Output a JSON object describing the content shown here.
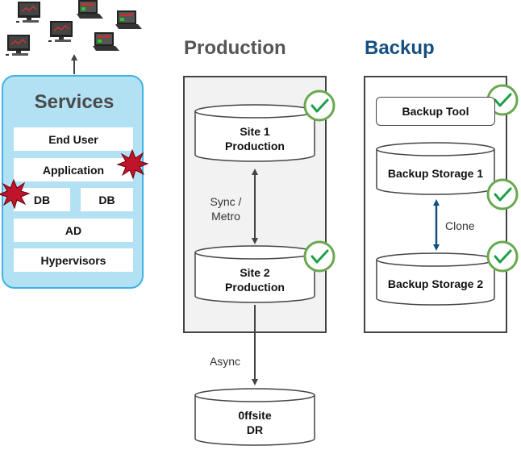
{
  "clients": {
    "devices": [
      "desktop",
      "desktop",
      "desktop",
      "laptop",
      "laptop",
      "laptop"
    ]
  },
  "services": {
    "title": "Services",
    "layers": {
      "end_user": "End User",
      "application": "Application",
      "db_left": "DB",
      "db_right": "DB",
      "ad": "AD",
      "hypervisors": "Hypervisors"
    },
    "failure_markers": [
      "application",
      "db_left"
    ]
  },
  "production": {
    "title": "Production",
    "site1": {
      "line1": "Site 1",
      "line2": "Production",
      "status": "ok"
    },
    "sync_label": {
      "line1": "Sync /",
      "line2": "Metro"
    },
    "site2": {
      "line1": "Site 2",
      "line2": "Production",
      "status": "ok"
    },
    "async_label": "Async",
    "offsite": {
      "line1": "0ffsite",
      "line2": "DR"
    }
  },
  "backup": {
    "title": "Backup",
    "tool": {
      "label": "Backup Tool",
      "status": "ok"
    },
    "storage1": {
      "label": "Backup Storage 1",
      "status": "ok"
    },
    "clone_label": "Clone",
    "storage2": {
      "label": "Backup Storage 2",
      "status": "ok"
    }
  },
  "colors": {
    "services_fill": "#b3e1f4",
    "services_border": "#3eb2e3",
    "backup_title": "#154f80",
    "clone_arrow": "#154f80",
    "check_ring": "#6aa84f",
    "check_mark": "#1e9e4a",
    "failure_burst": "#c0142a"
  }
}
